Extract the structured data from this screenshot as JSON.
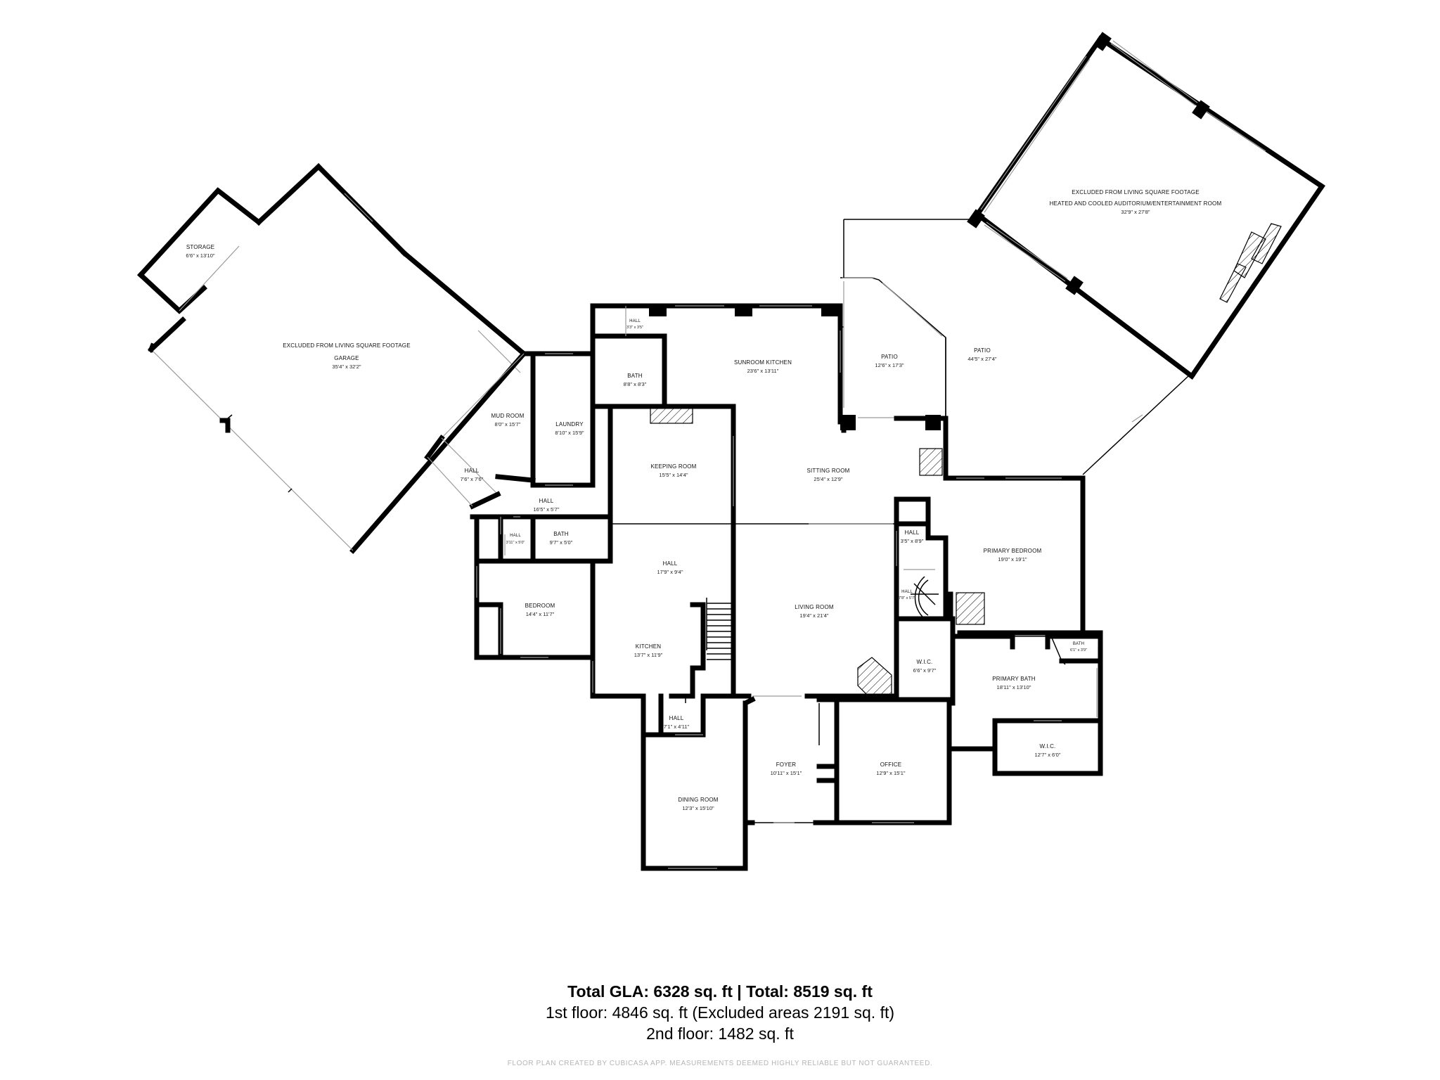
{
  "rooms": {
    "garage_note": "EXCLUDED FROM LIVING SQUARE FOOTAGE",
    "garage": {
      "name": "GARAGE",
      "dim": "35'4\" x 32'2\""
    },
    "storage": {
      "name": "STORAGE",
      "dim": "6'6\" x 13'10\""
    },
    "auditorium_note": "EXCLUDED FROM LIVING SQUARE FOOTAGE",
    "auditorium": {
      "name": "HEATED AND COOLED AUDITORIUM/ENTERTAINMENT ROOM",
      "dim": "32'9\" x 27'8\""
    },
    "patio_large": {
      "name": "PATIO",
      "dim": "44'5\" x 27'4\""
    },
    "patio_small": {
      "name": "PATIO",
      "dim": "12'6\" x 17'3\""
    },
    "hall_top": {
      "name": "HALL",
      "dim": "3'3\" x 3'5\""
    },
    "bath_top": {
      "name": "BATH",
      "dim": "8'8\" x 8'3\""
    },
    "sunroom_kitchen": {
      "name": "SUNROOM KITCHEN",
      "dim": "23'6\" x 13'11\""
    },
    "mud_room": {
      "name": "MUD ROOM",
      "dim": "8'0\" x 15'7\""
    },
    "laundry": {
      "name": "LAUNDRY",
      "dim": "8'10\" x 15'9\""
    },
    "keeping_room": {
      "name": "KEEPING ROOM",
      "dim": "15'5\" x 14'4\""
    },
    "sitting_room": {
      "name": "SITTING ROOM",
      "dim": "25'4\" x 12'9\""
    },
    "hall_diag": {
      "name": "HALL",
      "dim": "7'6\" x 7'6\""
    },
    "hall_mid": {
      "name": "HALL",
      "dim": "16'5\" x 5'7\""
    },
    "hall_small": {
      "name": "HALL",
      "dim": "3'11\" x 5'0\""
    },
    "bath_mid": {
      "name": "BATH",
      "dim": "9'7\" x 5'0\""
    },
    "bedroom": {
      "name": "BEDROOM",
      "dim": "14'4\" x 11'7\""
    },
    "hall_center": {
      "name": "HALL",
      "dim": "17'9\" x 9'4\""
    },
    "kitchen": {
      "name": "KITCHEN",
      "dim": "13'7\" x 11'9\""
    },
    "living_room": {
      "name": "LIVING ROOM",
      "dim": "19'4\" x 21'4\""
    },
    "hall_right": {
      "name": "HALL",
      "dim": "3'5\" x 8'9\""
    },
    "hall_stair": {
      "name": "HALL",
      "dim": "7'8\" x 5'7\""
    },
    "primary_bedroom": {
      "name": "PRIMARY BEDROOM",
      "dim": "19'0\" x 19'1\""
    },
    "wic_1": {
      "name": "W.I.C.",
      "dim": "6'6\" x 9'7\""
    },
    "primary_bath": {
      "name": "PRIMARY BATH",
      "dim": "18'11\" x 13'10\""
    },
    "bath_small": {
      "name": "BATH",
      "dim": "6'1\" x 3'9\""
    },
    "wic_2": {
      "name": "W.I.C.",
      "dim": "12'7\" x 6'0\""
    },
    "hall_lower": {
      "name": "HALL",
      "dim": "7'1\" x 4'11\""
    },
    "foyer": {
      "name": "FOYER",
      "dim": "10'11\" x 15'1\""
    },
    "office": {
      "name": "OFFICE",
      "dim": "12'9\" x 15'1\""
    },
    "dining_room": {
      "name": "DINING ROOM",
      "dim": "12'3\" x 15'10\""
    }
  },
  "summary": {
    "line1": "Total GLA: 6328 sq. ft | Total: 8519 sq. ft",
    "line2": "1st floor: 4846 sq. ft (Excluded areas 2191 sq. ft)",
    "line3": "2nd floor: 1482 sq. ft"
  },
  "credit": "FLOOR PLAN CREATED BY CUBICASA APP. MEASUREMENTS DEEMED HIGHLY RELIABLE BUT NOT GUARANTEED."
}
